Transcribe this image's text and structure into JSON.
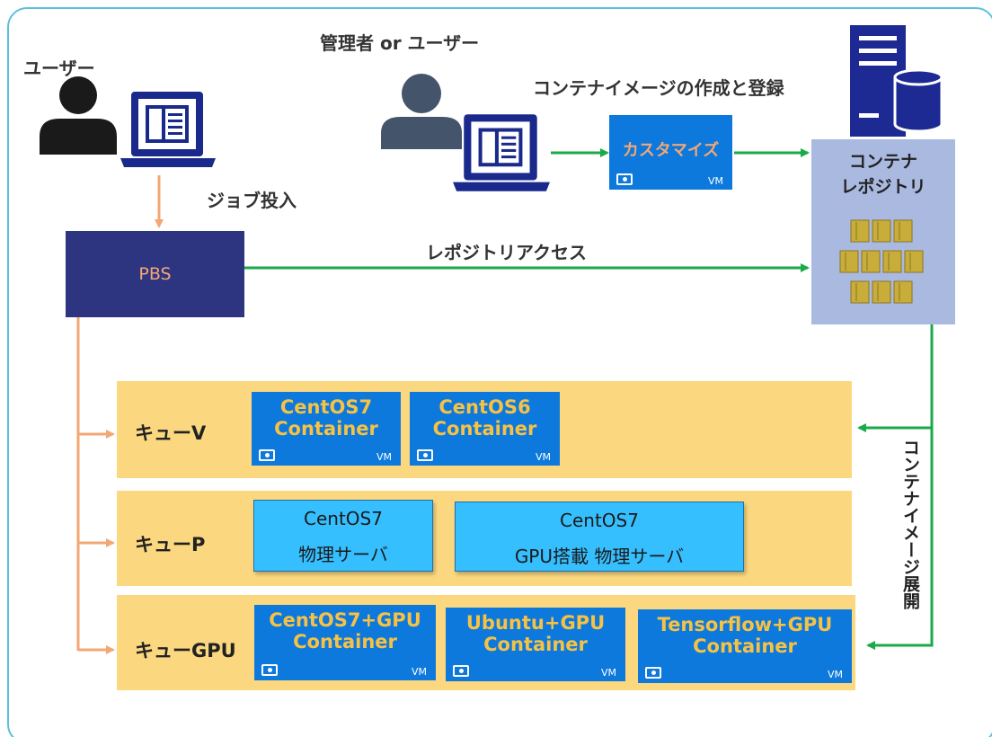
{
  "labels": {
    "user_left": "ユーザー",
    "admin_or_user": "管理者 or ユーザー",
    "create_register": "コンテナイメージの作成と登録",
    "job_submit": "ジョブ投入",
    "repo_access": "レポジトリアクセス",
    "deploy": "コンテナイメージ展開"
  },
  "pbs": {
    "label": "PBS"
  },
  "customize": {
    "label": "カスタマイズ",
    "tag": "VM"
  },
  "repository": {
    "line1": "コンテナ",
    "line2": "レポジトリ"
  },
  "queues": {
    "v": {
      "label": "キューV",
      "vms": [
        {
          "line1": "CentOS7",
          "line2": "Container",
          "tag": "VM"
        },
        {
          "line1": "CentOS6",
          "line2": "Container",
          "tag": "VM"
        }
      ]
    },
    "p": {
      "label": "キューP",
      "servers": [
        {
          "line1": "CentOS7",
          "line2": "物理サーバ"
        },
        {
          "line1": "CentOS7",
          "line2": "GPU搭載 物理サーバ"
        }
      ]
    },
    "gpu": {
      "label": "キューGPU",
      "vms": [
        {
          "line1": "CentOS7+GPU",
          "line2": "Container",
          "tag": "VM"
        },
        {
          "line1": "Ubuntu+GPU",
          "line2": "Container",
          "tag": "VM"
        },
        {
          "line1": "Tensorflow+GPU",
          "line2": "Container",
          "tag": "VM"
        }
      ]
    }
  },
  "colors": {
    "green_arrow": "#1aaa4a",
    "orange_arrow": "#f3a774",
    "pbs_bg": "#2e3580",
    "queue_bg": "#fbd880",
    "vm_bg": "#0d79dc",
    "vm_text": "#f7c244",
    "repo_bg": "#a9b9e0",
    "server_bg": "#36bfff",
    "icon_dark": "#1a1a1a",
    "admin_icon": "#44546a",
    "laptop": "#1a2a8c"
  }
}
